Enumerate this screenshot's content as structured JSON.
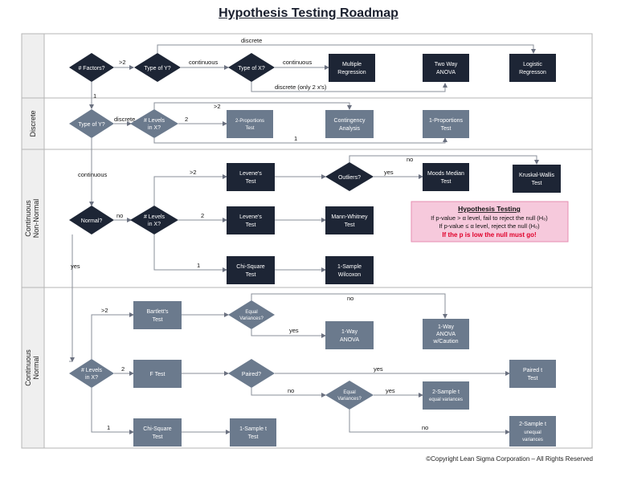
{
  "title": "Hypothesis Testing Roadmap",
  "copyright": "©Copyright Lean Sigma Corporation – All Rights Reserved",
  "lanes": [
    "Discrete",
    "Continuous Non-Normal",
    "Continuous Normal"
  ],
  "nodes": {
    "factors": "# Factors?",
    "typeY1": "Type of Y?",
    "typeX": "Type of X?",
    "mr": [
      "Multiple",
      "Regression"
    ],
    "twoway": [
      "Two Way",
      "ANOVA"
    ],
    "logistic": [
      "Logistic",
      "Regresson"
    ],
    "typeY2": "Type of Y?",
    "levels1": [
      "# Levels",
      "in X?"
    ],
    "twoprop": [
      "2-Proportions",
      "Test"
    ],
    "contingency": [
      "Contingency",
      "Analysis"
    ],
    "oneprop": [
      "1-Proportions",
      "Test"
    ],
    "normal": "Normal?",
    "levels2": [
      "# Levels",
      "in X?"
    ],
    "levene1": [
      "Levene's",
      "Test"
    ],
    "outliers": "Outliers?",
    "moods": [
      "Moods Median",
      "Test"
    ],
    "kruskal": [
      "Kruskal-Wallis",
      "Test"
    ],
    "levene2": [
      "Levene's",
      "Test"
    ],
    "mannwhitney": [
      "Mann-Whitney",
      "Test"
    ],
    "chisq1": [
      "Chi-Square",
      "Test"
    ],
    "wilcoxon": [
      "1-Sample",
      "Wilcoxon"
    ],
    "levels3": [
      "# Levels",
      "in X?"
    ],
    "bartlett": [
      "Bartlett's",
      "Test"
    ],
    "eqvar1": [
      "Equal",
      "Variances?"
    ],
    "anova1": [
      "1-Way",
      "ANOVA"
    ],
    "anova2": [
      "1-Way",
      "ANOVA",
      "w/Caution"
    ],
    "ftest": "F Test",
    "paired": "Paired?",
    "pairedt": [
      "Paired t",
      "Test"
    ],
    "eqvar2": [
      "Equal",
      "Variances?"
    ],
    "twot_eq": [
      "2-Sample t",
      "equal variances"
    ],
    "twot_uneq": [
      "2-Sample t",
      "unequal",
      "variances"
    ],
    "chisq2": [
      "Chi-Square",
      "Test"
    ],
    "onet": [
      "1-Sample t",
      "Test"
    ]
  },
  "edge_labels": {
    "discrete_top": "discrete",
    "gt2_a": ">2",
    "continuous_a": "continuous",
    "continuous_b": "continuous",
    "discrete_2x": "discrete (only 2 x's)",
    "one_a": "1",
    "discrete_b": "discrete",
    "two_a": "2",
    "gt2_b": ">2",
    "one_b": "1",
    "continuous_c": "continuous",
    "no_a": "no",
    "gt2_c": ">2",
    "yes_a": "yes",
    "no_b": "no",
    "two_b": "2",
    "one_c": "1",
    "yes_b": "yes",
    "gt2_d": ">2",
    "no_c": "no",
    "yes_c": "yes",
    "two_c": "2",
    "yes_d": "yes",
    "no_d": "no",
    "yes_e": "yes",
    "no_e": "no",
    "one_d": "1"
  },
  "callout": {
    "title": "Hypothesis Testing",
    "line1": "If p-value > α level, fail to reject the null (H₀)",
    "line2": "If p-value ≤ α level, reject the null (H₀)",
    "line3": "If the p is low the null must go!"
  },
  "colors": {
    "dark": "#1d2535",
    "grey": "#6b7a8d",
    "lane_bg": "#efefef",
    "callout_bg": "#f6c9dc",
    "callout_text": "#e0002a"
  }
}
